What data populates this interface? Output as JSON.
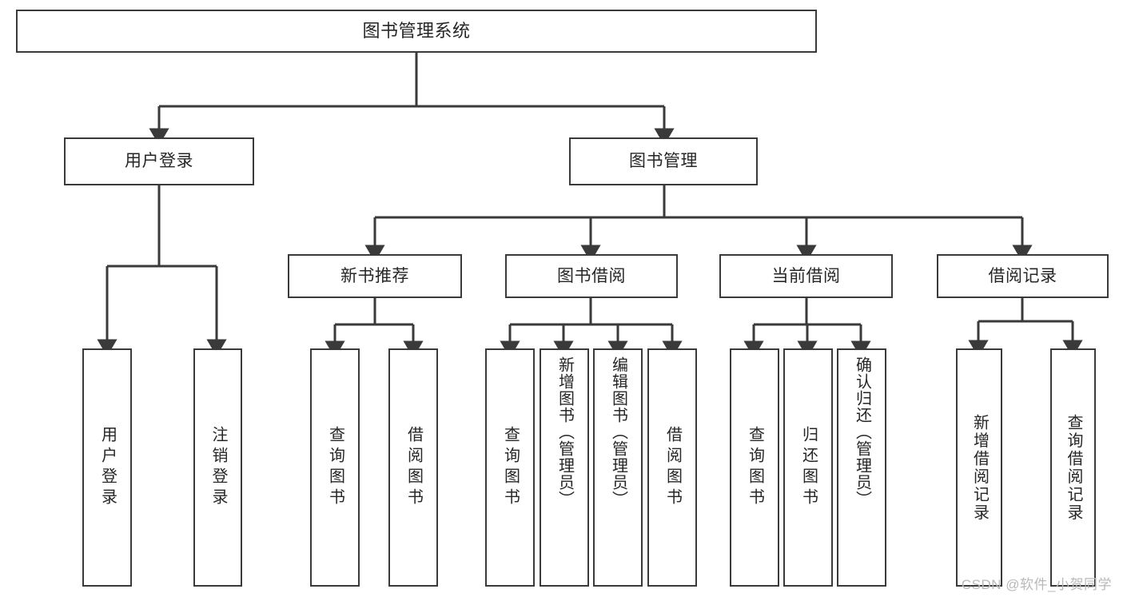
{
  "diagram": {
    "type": "tree-hierarchy",
    "title": "图书管理系统",
    "colors": {
      "line": "#3a3a3a",
      "box_border": "#3a3a3a",
      "box_fill": "#ffffff",
      "text": "#262626",
      "watermark": "#b9b9b9",
      "background": "#ffffff"
    },
    "nodes": {
      "root": {
        "label": "图书管理系统"
      },
      "tier1": [
        {
          "label": "用户登录"
        },
        {
          "label": "图书管理"
        }
      ],
      "tier2": [
        {
          "label": "新书推荐"
        },
        {
          "label": "图书借阅"
        },
        {
          "label": "当前借阅"
        },
        {
          "label": "借阅记录"
        }
      ],
      "leaves_user_login": [
        {
          "label": "用户登录"
        },
        {
          "label": "注销登录"
        }
      ],
      "leaves_new_book": [
        {
          "label": "查询图书"
        },
        {
          "label": "借阅图书"
        }
      ],
      "leaves_borrow": [
        {
          "label": "查询图书"
        },
        {
          "label": "新增图书（管理员）"
        },
        {
          "label": "编辑图书（管理员）"
        },
        {
          "label": "借阅图书"
        }
      ],
      "leaves_current": [
        {
          "label": "查询图书"
        },
        {
          "label": "归还图书"
        },
        {
          "label": "确认归还（管理员）"
        }
      ],
      "leaves_record": [
        {
          "label": "新增借阅记录"
        },
        {
          "label": "查询借阅记录"
        }
      ]
    }
  },
  "watermark": {
    "text": "CSDN @软件_小贺同学"
  }
}
